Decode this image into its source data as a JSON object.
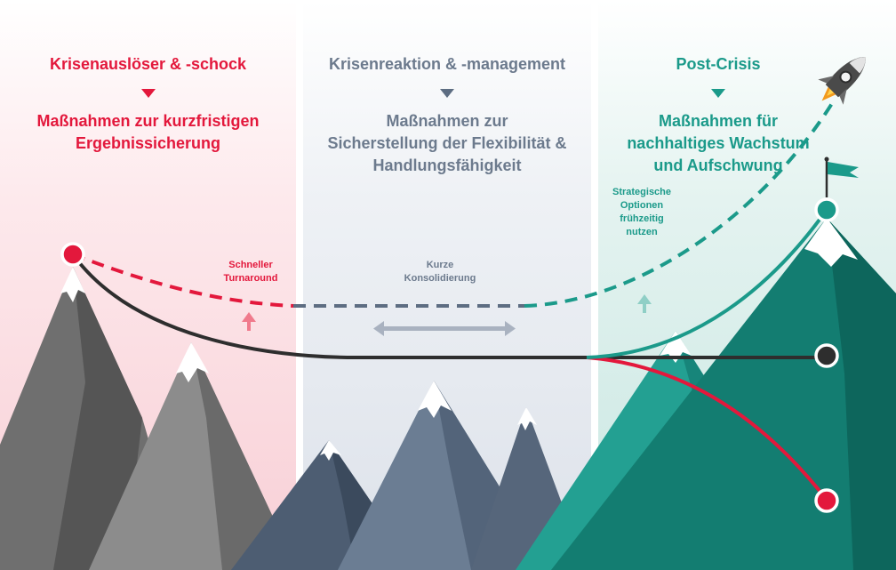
{
  "phases": {
    "crisis_trigger": {
      "title": "Krisenauslöser & -schock",
      "measures": [
        "Maßnahmen zur kurzfristigen",
        "Ergebnissicherung"
      ],
      "annotation": [
        "Schneller",
        "Turnaround"
      ]
    },
    "crisis_management": {
      "title": "Krisenreaktion & -management",
      "measures": [
        "Maßnahmen zur",
        "Sicherstellung der Flexibilität &",
        "Handlungsfähigkeit"
      ],
      "annotation": [
        "Kurze",
        "Konsolidierung"
      ]
    },
    "post_crisis": {
      "title": "Post-Crisis",
      "measures": [
        "Maßnahmen für",
        "nachhaltiges Wachstum",
        "und Aufschwung"
      ],
      "annotation": [
        "Strategische",
        "Optionen",
        "frühzeitig",
        "nutzen"
      ]
    }
  },
  "colors": {
    "red": "#e3183c",
    "slate": "#5d6d82",
    "teal": "#1b9a8a",
    "dark": "#2e2e2e"
  },
  "icons": [
    "rocket-icon",
    "flag-icon",
    "up-arrow-icon",
    "double-arrow-icon"
  ]
}
